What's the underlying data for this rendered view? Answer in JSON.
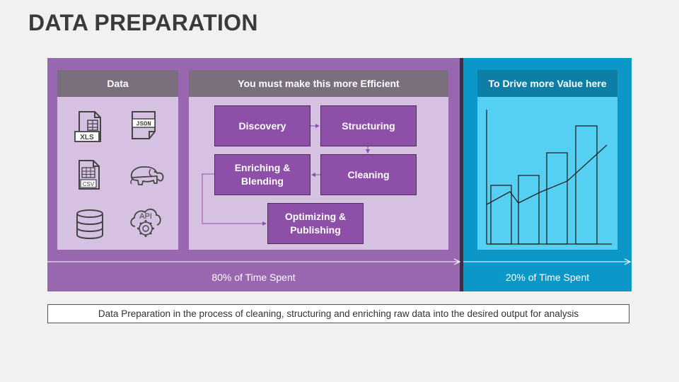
{
  "title": "DATA PREPARATION",
  "data_panel": {
    "header": "Data",
    "icons": [
      {
        "name": "xls-file-icon",
        "label": "XLS"
      },
      {
        "name": "json-file-icon",
        "label": "JSON"
      },
      {
        "name": "csv-file-icon",
        "label": "CSV"
      },
      {
        "name": "hadoop-elephant-icon"
      },
      {
        "name": "database-icon"
      },
      {
        "name": "api-gear-icon",
        "label": "API"
      }
    ]
  },
  "process_panel": {
    "header": "You must make this more Efficient",
    "steps": {
      "discovery": "Discovery",
      "structuring": "Structuring",
      "cleaning": "Cleaning",
      "enriching_line1": "Enriching &",
      "enriching_line2": "Blending",
      "optimizing_line1": "Optimizing &",
      "optimizing_line2": "Publishing"
    }
  },
  "value_panel": {
    "header": "To Drive more Value here"
  },
  "footer": {
    "left": "80% of Time Spent",
    "right": "20% of Time Spent"
  },
  "description": "Data Preparation in the process of cleaning, structuring and enriching raw data into the desired output for analysis",
  "colors": {
    "left_panel": "#9966b0",
    "right_panel": "#0b98c8",
    "step_fill": "#8e4fa8"
  }
}
